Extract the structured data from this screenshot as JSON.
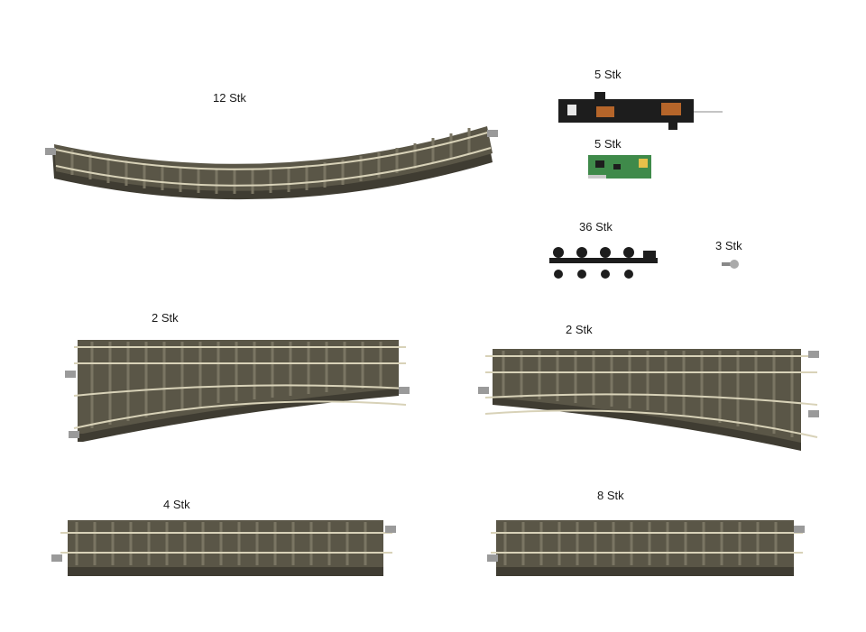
{
  "labels": {
    "curved_track": "12 Stk",
    "point_motor": "5 Stk",
    "decoder": "5 Stk",
    "clips": "36 Stk",
    "screws": "3 Stk",
    "switch_left": "2 Stk",
    "switch_right": "2 Stk",
    "straight_short": "4 Stk",
    "straight_long": "8 Stk"
  },
  "colors": {
    "ballast": "#5a5647",
    "ballast_dark": "#3f3c32",
    "sleeper": "#6e6a5a",
    "rail": "#d8d2b8",
    "motor": "#1d1d1d",
    "coil": "#b5652a",
    "pcb": "#3f8a4a"
  }
}
